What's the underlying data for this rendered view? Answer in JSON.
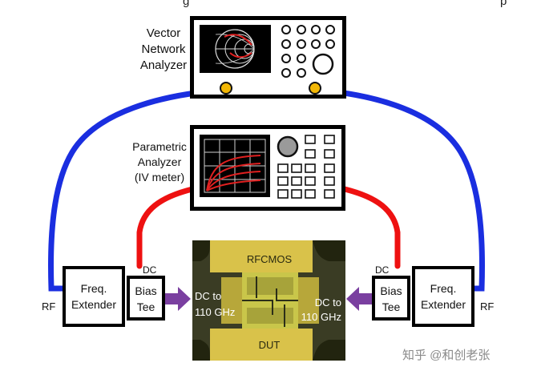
{
  "caption_fragment": "g",
  "caption_fragment_right": "p",
  "instruments": {
    "vna": {
      "label_lines": [
        "Vector",
        "Network",
        "Analyzer"
      ]
    },
    "parametric": {
      "label_lines": [
        "Parametric",
        "Analyzer",
        "(IV meter)"
      ]
    }
  },
  "left_chain": {
    "rf_label": "RF",
    "extender_lines": [
      "Freq.",
      "Extender"
    ],
    "bias_tee_lines": [
      "Bias",
      "Tee"
    ],
    "dc_label": "DC",
    "probe_lines": [
      "DC to",
      "110 GHz"
    ]
  },
  "right_chain": {
    "rf_label": "RF",
    "extender_lines": [
      "Freq.",
      "Extender"
    ],
    "bias_tee_lines": [
      "Bias",
      "Tee"
    ],
    "dc_label": "DC",
    "probe_lines": [
      "DC to",
      "110 GHz"
    ]
  },
  "dut_image": {
    "top_label": "RFCMOS",
    "bottom_label": "DUT"
  },
  "watermark": "知乎 @和创老张",
  "colors": {
    "rf_cable": "#1a2ee0",
    "dc_cable": "#ee1111",
    "port": "#f2b705",
    "arrow": "#7a3fa0",
    "chip_bg": "#3a3c24",
    "pad_gold": "#d9c24a",
    "die_green": "#c9c64a"
  }
}
